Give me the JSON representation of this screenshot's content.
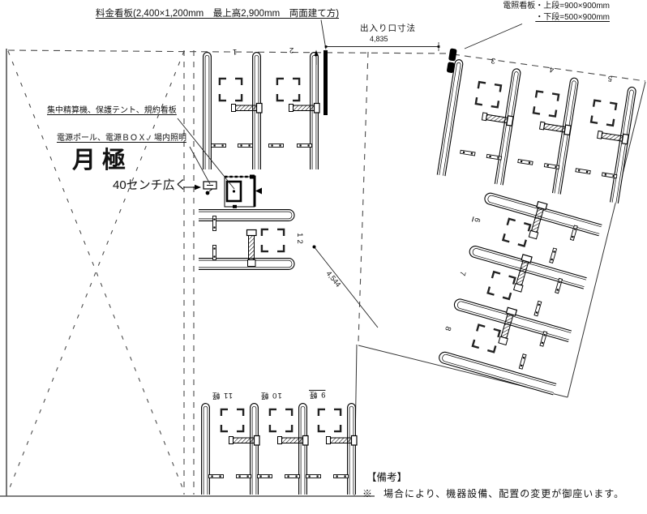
{
  "drawing": {
    "fee_sign_label": "料金看板(2,400×1,200mm　最上高2,900mm　両面建て方)",
    "entrance_label": "出入り口寸法",
    "entrance_dim": "4,835",
    "lighted_sign_line1": "電照看板・上段=900×900mm",
    "lighted_sign_line2": "・下段=500×900mm",
    "pay_machine_label": "集中精算機、保護テント、規約看板",
    "power_label": "電源ポール、電源ＢＯＸ、場内照明",
    "monthly_label": "月極",
    "wider_label": "40センチ広く",
    "diagonal_dim": "4,544",
    "notes_title": "【備考】",
    "notes_body": "※　場合により、機器設備、配置の変更が御座います。"
  },
  "spaces": {
    "top": [
      "1",
      "2"
    ],
    "right_top": [
      "3",
      "4",
      "5"
    ],
    "right_side": [
      "6",
      "7",
      "8"
    ],
    "middle": [
      "12"
    ],
    "bottom": [
      "11 軽",
      "10 軽",
      "9 軽"
    ]
  },
  "colors": {
    "line": "#000000",
    "dashed": "#4a4a4a",
    "background": "#ffffff"
  }
}
